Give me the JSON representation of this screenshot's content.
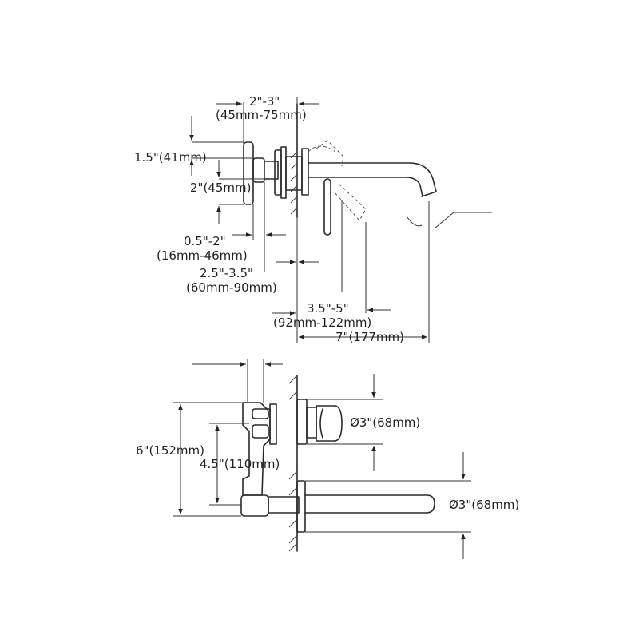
{
  "top_view": {
    "dim_wall_gap": "2\"-3\"",
    "dim_wall_gap_mm": "(45mm-75mm)",
    "dim_handle_height": "1.5\"(41mm)",
    "dim_body_height": "2\"(45mm)",
    "dim_handle_depth": "0.5\"-2\"",
    "dim_handle_depth_mm": "(16mm-46mm)",
    "dim_valve_depth": "2.5\"-3.5\"",
    "dim_valve_depth_mm": "(60mm-90mm)",
    "dim_lever_reach": "3.5\"-5\"",
    "dim_lever_reach_mm": "(92mm-122mm)",
    "dim_spout_reach": "7\"(177mm)"
  },
  "front_view": {
    "dim_total_height": "6\"(152mm)",
    "dim_center_spacing": "4.5\"(110mm)",
    "dim_handle_plate": "Ø3\"(68mm)",
    "dim_spout_plate": "Ø3\"(68mm)"
  }
}
